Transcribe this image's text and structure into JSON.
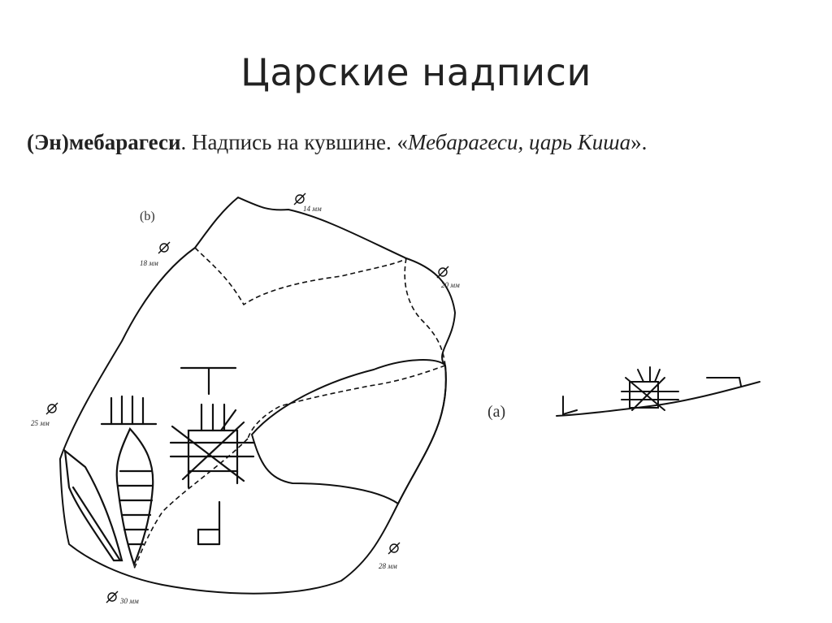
{
  "slide": {
    "title": "Царские надписи"
  },
  "caption": {
    "name": "(Эн)мебарагеси",
    "text": ". Надпись на кувшине. «",
    "quote": "Мебарагеси, царь Киша",
    "end": "»."
  },
  "figure": {
    "label_b": "(b)",
    "label_a": "(a)",
    "measurements": {
      "top": "14 мм",
      "left_top": "18 мм",
      "right_top": "20 мм",
      "left_mid": "25 мм",
      "right_bottom": "28 мм",
      "bottom": "30 мм"
    }
  }
}
